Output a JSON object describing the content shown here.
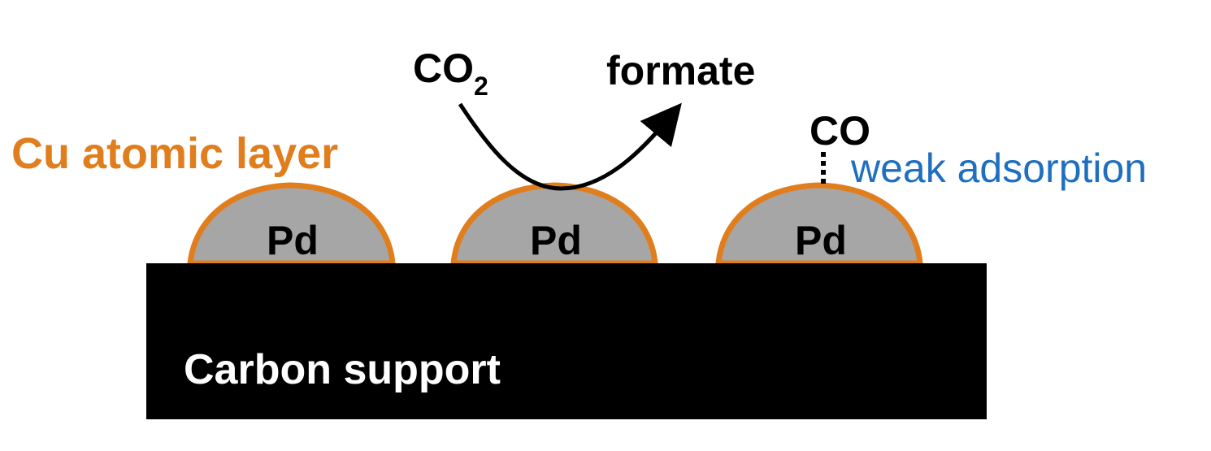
{
  "colors": {
    "cu_layer": "#E07E1E",
    "pd_fill": "#A6A6A6",
    "support": "#000000",
    "support_text": "#ffffff",
    "annotation_blue": "#1F6FC0",
    "text": "#000000"
  },
  "labels": {
    "cu_layer": "Cu atomic layer",
    "co2_main": "CO",
    "co2_sub": "2",
    "formate": "formate",
    "co": "CO",
    "weak_adsorption": "weak adsorption",
    "support": "Carbon support"
  },
  "particles": [
    {
      "label": "Pd"
    },
    {
      "label": "Pd"
    },
    {
      "label": "Pd"
    }
  ]
}
